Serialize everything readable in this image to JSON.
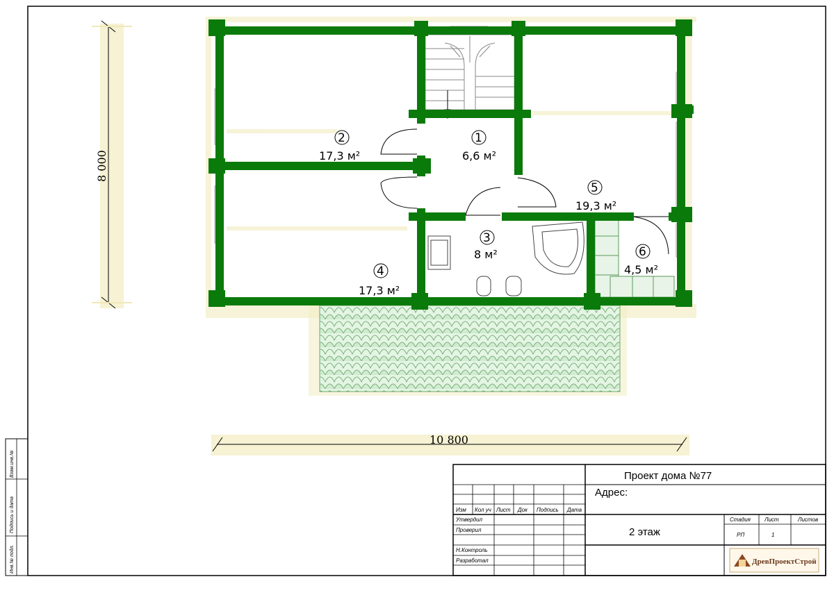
{
  "dimensions": {
    "height_label": "8 000",
    "width_label": "10 800"
  },
  "rooms": [
    {
      "number": "1",
      "area": "6,6 м²"
    },
    {
      "number": "2",
      "area": "17,3 м²"
    },
    {
      "number": "3",
      "area": "8 м²"
    },
    {
      "number": "4",
      "area": "17,3 м²"
    },
    {
      "number": "5",
      "area": "19,3 м²"
    },
    {
      "number": "6",
      "area": "4,5 м²"
    }
  ],
  "title_block": {
    "project": "Проект дома №77",
    "address_label": "Адрес:",
    "sheet_name": "2 этаж",
    "columns": [
      "Изм",
      "Кол уч",
      "Лист",
      "Док",
      "Подпись",
      "Дата"
    ],
    "roles": [
      "Утвердил",
      "Проверил",
      "",
      "Н.Контроль",
      "Разработал"
    ],
    "stage_header": "Стадия",
    "sheet_header": "Лист",
    "sheets_header": "Листов",
    "stage_value": "РП",
    "sheet_value": "1",
    "sheets_value": "",
    "company": "ДревПроектСтрой"
  },
  "side_stamp": [
    "Взам.инв.№",
    "Подпись и дата",
    "Инв.№ подл."
  ],
  "colors": {
    "wall": "#0a7a0a",
    "dimension_shadow": "#f4efc8",
    "roof_tile": "#d8f0d8",
    "brand": "#6b3a1d"
  }
}
